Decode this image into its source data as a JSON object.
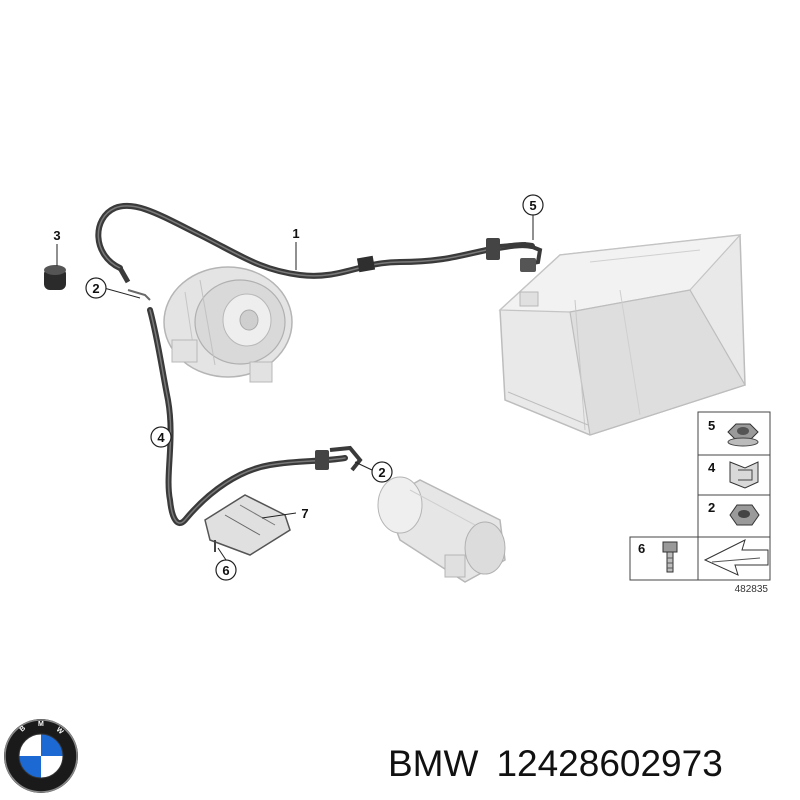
{
  "callouts": {
    "c1": "1",
    "c2a": "2",
    "c2b": "2",
    "c3": "3",
    "c4": "4",
    "c5": "5",
    "c6": "6",
    "c7": "7"
  },
  "legend": {
    "items": [
      {
        "number": "5",
        "icon": "nut-flanged-icon"
      },
      {
        "number": "4",
        "icon": "clip-icon"
      },
      {
        "number": "2",
        "icon": "nut-hex-icon"
      },
      {
        "number": "6",
        "icon": "bolt-icon"
      }
    ],
    "reference_number": "482835"
  },
  "caption": {
    "brand": "BMW",
    "part_number": "12428602973"
  },
  "colors": {
    "cable": "#3a3a3a",
    "component_fill": "#e6e6e6",
    "component_stroke": "#b0b0b0",
    "bmw_blue": "#1c69d4"
  }
}
